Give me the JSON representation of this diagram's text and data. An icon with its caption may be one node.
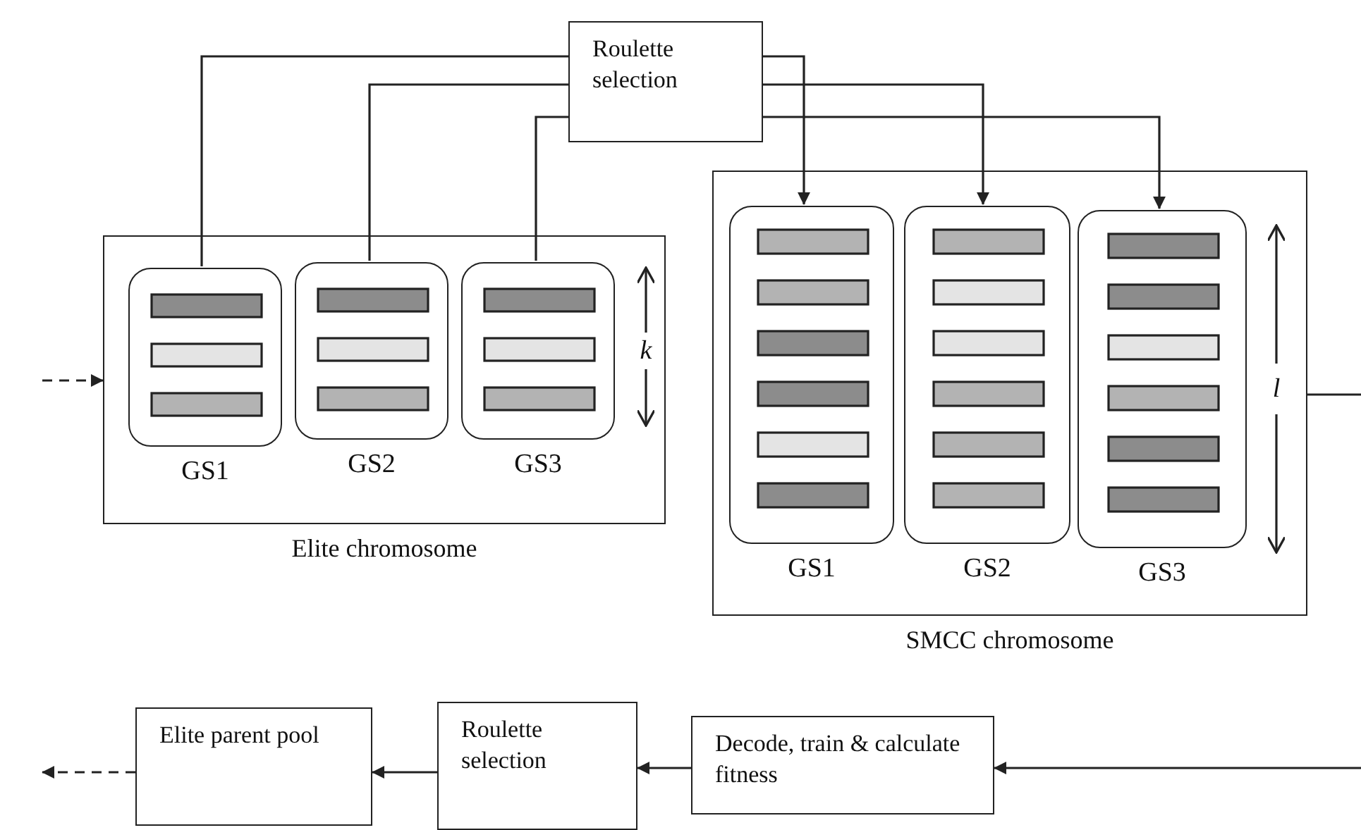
{
  "diagram": {
    "nodes": [
      {
        "text": [
          "Roulette selection"
        ]
      },
      {
        "text": [
          "Elite chromosome"
        ]
      },
      {
        "text": [
          "GS1"
        ],
        "in": 1
      },
      {
        "text": [
          "GS2"
        ],
        "in": 1
      },
      {
        "text": [
          "GS3"
        ],
        "in": 1
      },
      {
        "text": [
          "SMCC chromosome"
        ]
      },
      {
        "text": [
          "GS1"
        ],
        "in": 5
      },
      {
        "text": [
          "GS2"
        ],
        "in": 5
      },
      {
        "text": [
          "GS3"
        ],
        "in": 5
      },
      {
        "text": [
          "Elite parent pool"
        ]
      },
      {
        "text": [
          "Roulette selection"
        ]
      },
      {
        "text": [
          "Decode, train & calculate fitness"
        ]
      }
    ],
    "edges": [
      {
        "from": 2,
        "to": 0,
        "arrow": "none"
      },
      {
        "from": 3,
        "to": 0,
        "arrow": "none"
      },
      {
        "from": 4,
        "to": 0,
        "arrow": "none"
      },
      {
        "from": 0,
        "to": 6,
        "arrow": "to"
      },
      {
        "from": 0,
        "to": 7,
        "arrow": "to"
      },
      {
        "from": 0,
        "to": 8,
        "arrow": "to"
      },
      {
        "from": null,
        "to": 1,
        "arrow": "to",
        "style": "dashed"
      },
      {
        "from": 5,
        "to": null,
        "arrow": "none"
      },
      {
        "from": null,
        "to": 11,
        "arrow": "to"
      },
      {
        "from": 11,
        "to": 10,
        "arrow": "to"
      },
      {
        "from": 10,
        "to": 9,
        "arrow": "to"
      },
      {
        "from": 9,
        "to": null,
        "arrow": "to",
        "style": "dashed"
      }
    ],
    "labels": [
      "k",
      "l"
    ]
  }
}
